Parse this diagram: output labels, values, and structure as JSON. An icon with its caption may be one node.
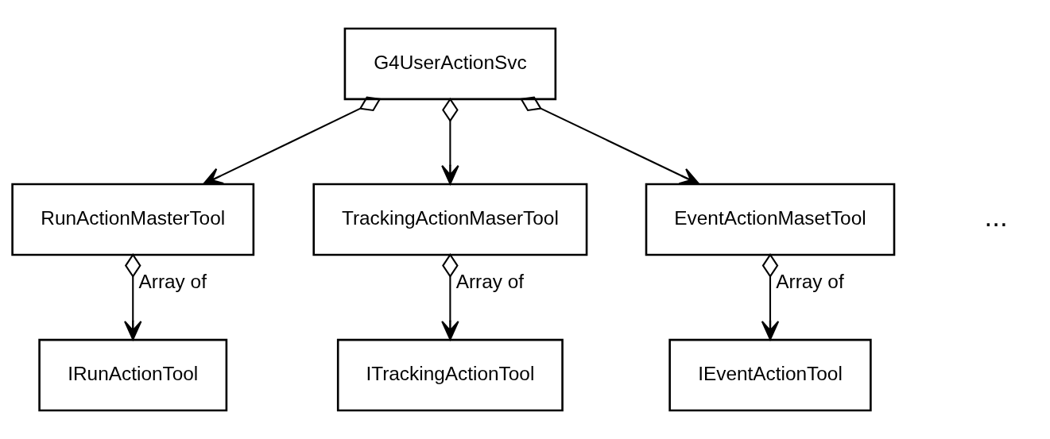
{
  "diagram": {
    "nodes": [
      {
        "text": [
          "G4UserActionSvc"
        ]
      },
      {
        "text": [
          "RunActionMasterTool"
        ]
      },
      {
        "text": [
          "TrackingActionMaserTool"
        ]
      },
      {
        "text": [
          "EventActionMasetTool"
        ]
      },
      {
        "text": [
          "IRunActionTool"
        ]
      },
      {
        "text": [
          "ITrackingActionTool"
        ]
      },
      {
        "text": [
          "IEventActionTool"
        ]
      }
    ],
    "edges": [
      {
        "from": 0,
        "to": 1,
        "arrow": "to"
      },
      {
        "from": 0,
        "to": 2,
        "arrow": "to"
      },
      {
        "from": 0,
        "to": 3,
        "arrow": "to"
      },
      {
        "from": 1,
        "to": 4,
        "arrow": "to",
        "label": "Array of"
      },
      {
        "from": 2,
        "to": 5,
        "arrow": "to",
        "label": "Array of"
      },
      {
        "from": 3,
        "to": 6,
        "arrow": "to",
        "label": "Array of"
      }
    ],
    "labels": [
      "..."
    ]
  }
}
